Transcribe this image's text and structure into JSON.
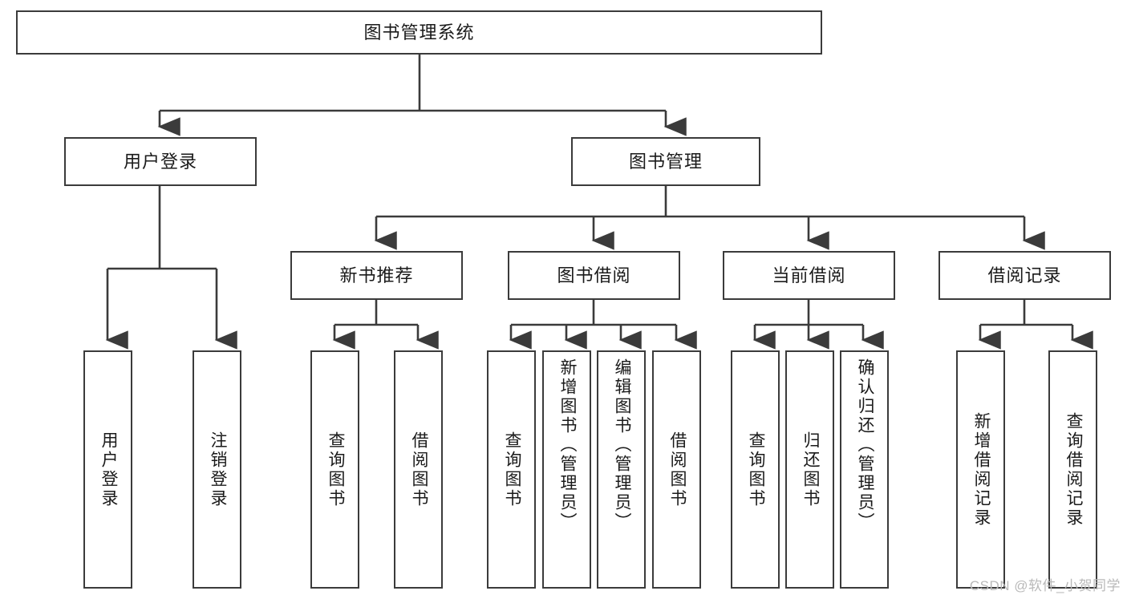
{
  "diagram": {
    "title": "图书管理系统",
    "type": "tree-hierarchy-chart",
    "watermark": "CSDN @软件_小贺同学",
    "colors": {
      "box_border": "#3b3b3b",
      "box_fill": "#ffffff",
      "line": "#3b3b3b",
      "text": "#1a1a1a",
      "watermark": "#b9b9b9",
      "background": "#ffffff"
    },
    "root": {
      "label": "图书管理系统"
    },
    "level2": [
      {
        "label": "用户登录"
      },
      {
        "label": "图书管理"
      }
    ],
    "level3": [
      {
        "label": "新书推荐"
      },
      {
        "label": "图书借阅"
      },
      {
        "label": "当前借阅"
      },
      {
        "label": "借阅记录"
      }
    ],
    "leaves": {
      "user_login": [
        {
          "label": "用户登录"
        },
        {
          "label": "注销登录"
        }
      ],
      "new_book_recommend": [
        {
          "label": "查询图书"
        },
        {
          "label": "借阅图书"
        }
      ],
      "book_borrow": [
        {
          "label": "查询图书"
        },
        {
          "label": "新增图书（管理员）"
        },
        {
          "label": "编辑图书（管理员）"
        },
        {
          "label": "借阅图书"
        }
      ],
      "current_borrow": [
        {
          "label": "查询图书"
        },
        {
          "label": "归还图书"
        },
        {
          "label": "确认归还（管理员）"
        }
      ],
      "borrow_record": [
        {
          "label": "新增借阅记录"
        },
        {
          "label": "查询借阅记录"
        }
      ]
    }
  },
  "chart_data": {
    "type": "table",
    "title": "图书管理系统",
    "nodes": [
      {
        "id": "root",
        "label": "图书管理系统",
        "level": 0,
        "parent": null
      },
      {
        "id": "n1",
        "label": "用户登录",
        "level": 1,
        "parent": "root"
      },
      {
        "id": "n2",
        "label": "图书管理",
        "level": 1,
        "parent": "root"
      },
      {
        "id": "n1a",
        "label": "用户登录",
        "level": 2,
        "parent": "n1"
      },
      {
        "id": "n1b",
        "label": "注销登录",
        "level": 2,
        "parent": "n1"
      },
      {
        "id": "n2a",
        "label": "新书推荐",
        "level": 2,
        "parent": "n2"
      },
      {
        "id": "n2b",
        "label": "图书借阅",
        "level": 2,
        "parent": "n2"
      },
      {
        "id": "n2c",
        "label": "当前借阅",
        "level": 2,
        "parent": "n2"
      },
      {
        "id": "n2d",
        "label": "借阅记录",
        "level": 2,
        "parent": "n2"
      },
      {
        "id": "n2a1",
        "label": "查询图书",
        "level": 3,
        "parent": "n2a"
      },
      {
        "id": "n2a2",
        "label": "借阅图书",
        "level": 3,
        "parent": "n2a"
      },
      {
        "id": "n2b1",
        "label": "查询图书",
        "level": 3,
        "parent": "n2b"
      },
      {
        "id": "n2b2",
        "label": "新增图书（管理员）",
        "level": 3,
        "parent": "n2b"
      },
      {
        "id": "n2b3",
        "label": "编辑图书（管理员）",
        "level": 3,
        "parent": "n2b"
      },
      {
        "id": "n2b4",
        "label": "借阅图书",
        "level": 3,
        "parent": "n2b"
      },
      {
        "id": "n2c1",
        "label": "查询图书",
        "level": 3,
        "parent": "n2c"
      },
      {
        "id": "n2c2",
        "label": "归还图书",
        "level": 3,
        "parent": "n2c"
      },
      {
        "id": "n2c3",
        "label": "确认归还（管理员）",
        "level": 3,
        "parent": "n2c"
      },
      {
        "id": "n2d1",
        "label": "新增借阅记录",
        "level": 3,
        "parent": "n2d"
      },
      {
        "id": "n2d2",
        "label": "查询借阅记录",
        "level": 3,
        "parent": "n2d"
      }
    ]
  }
}
